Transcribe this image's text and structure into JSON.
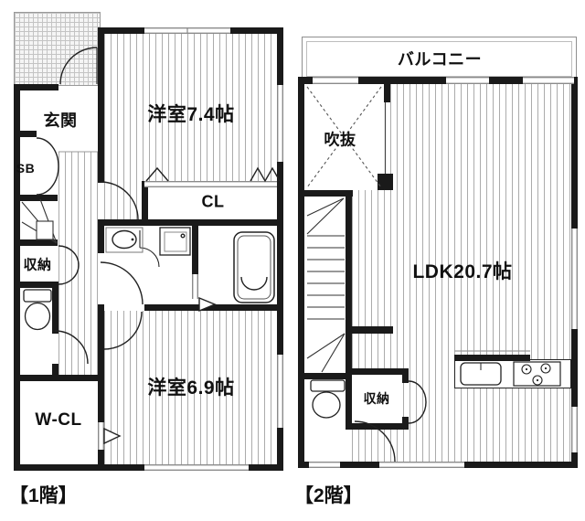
{
  "floors": [
    {
      "label": "【1階】",
      "rooms": {
        "genkan": "玄関",
        "sb": "SB",
        "storage": "収納",
        "wcl": "W-CL",
        "western_7_4": "洋室7.4帖",
        "cl": "CL",
        "western_6_9": "洋室6.9帖"
      }
    },
    {
      "label": "【2階】",
      "rooms": {
        "balcony": "バルコニー",
        "void": "吹抜",
        "ldk": "LDK20.7帖",
        "storage": "収納"
      }
    }
  ],
  "colors": {
    "wall": "#1a1a1a",
    "floor_line": "#ababab",
    "background": "#ffffff"
  }
}
